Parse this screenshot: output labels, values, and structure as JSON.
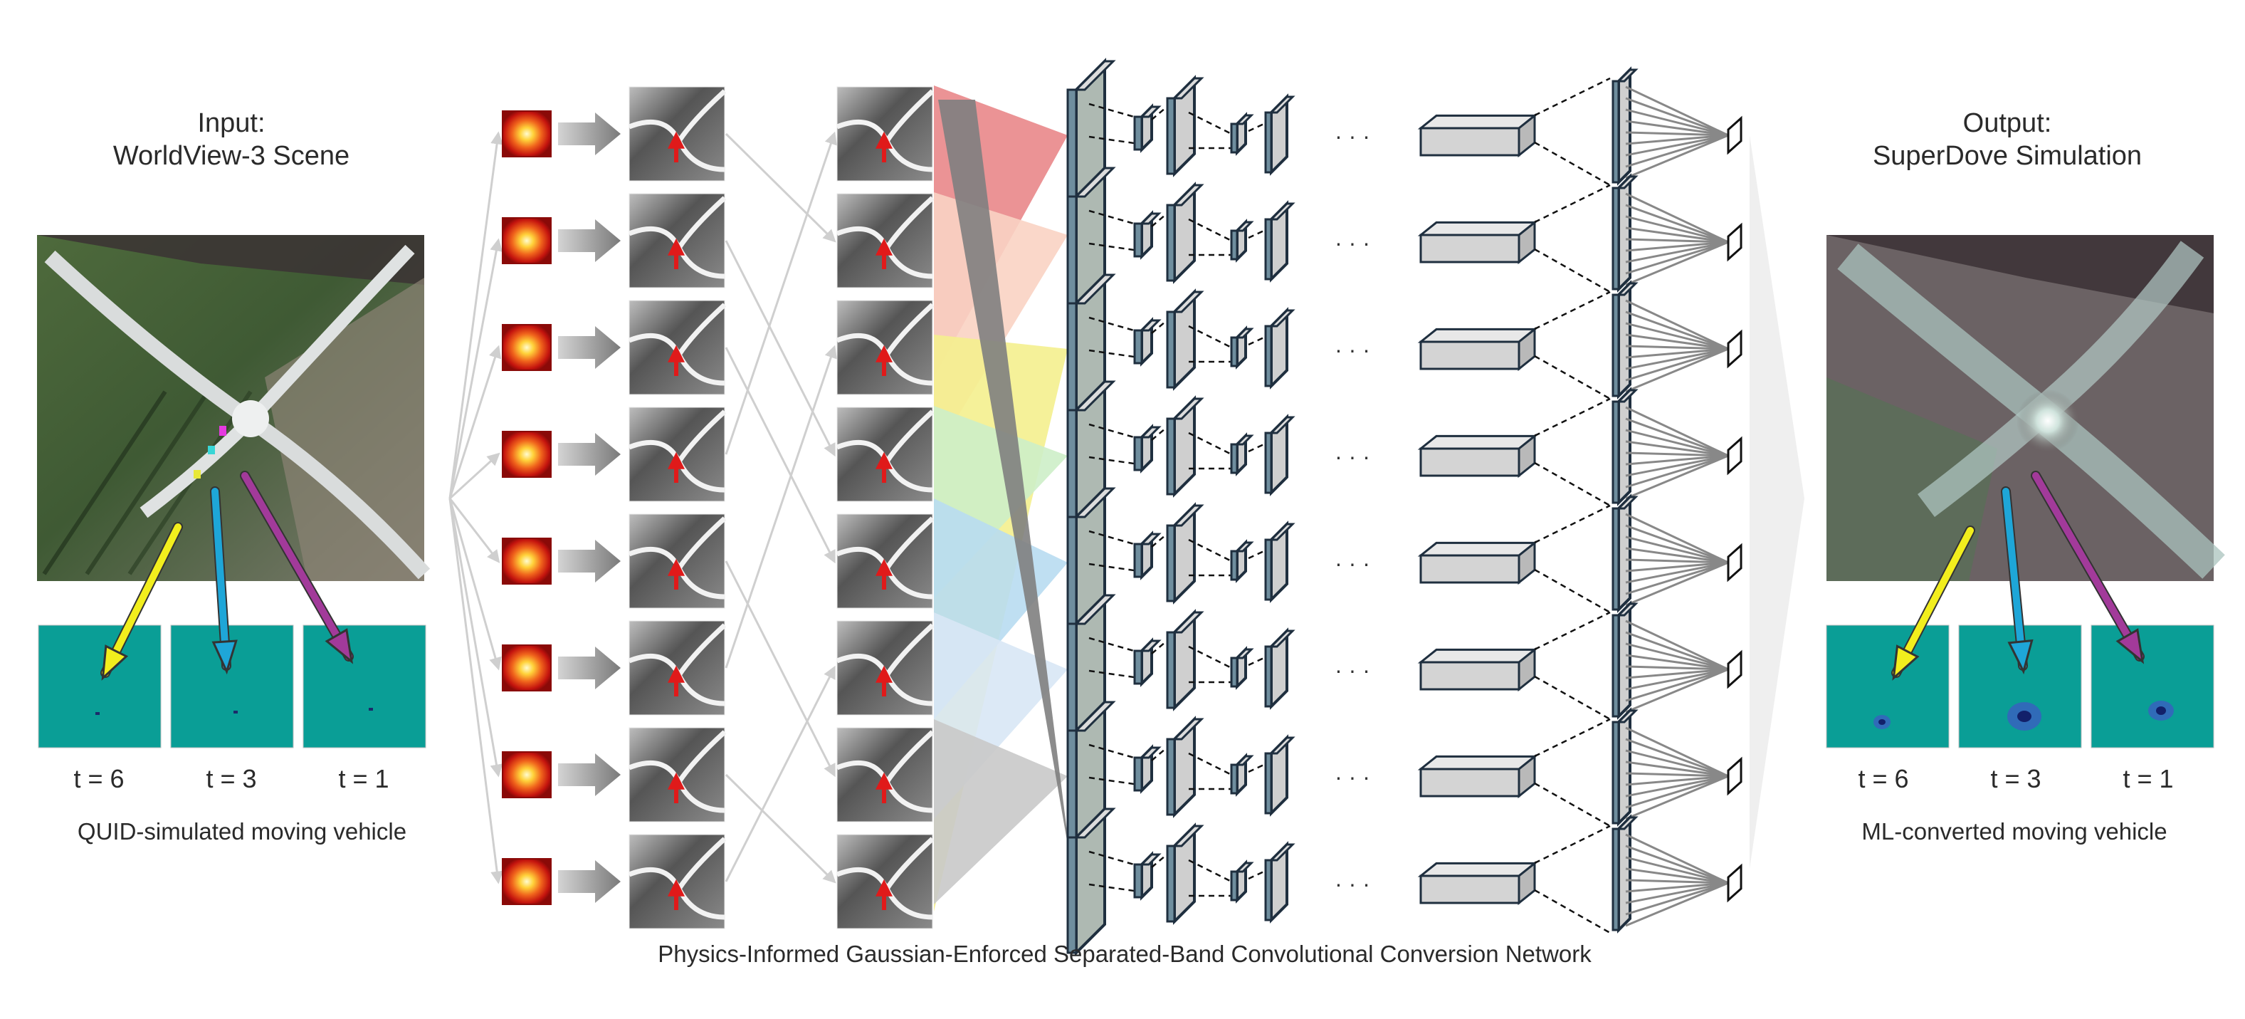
{
  "input": {
    "title_line1": "Input:",
    "title_line2": "WorldView-3 Scene",
    "time_labels": [
      "t = 6",
      "t = 3",
      "t = 1"
    ],
    "caption": "QUID-simulated moving vehicle"
  },
  "output": {
    "title_line1": "Output:",
    "title_line2": "SuperDove Simulation",
    "time_labels": [
      "t = 6",
      "t = 3",
      "t = 1"
    ],
    "caption": "ML-converted moving vehicle"
  },
  "network": {
    "caption": "Physics-Informed Gaussian-Enforced Separated-Band Convolutional Conversion Network",
    "band_count": 8,
    "ellipsis": "· · ·"
  },
  "colors": {
    "arrow_yellow": "#f2ee1d",
    "arrow_cyan": "#1ea6d8",
    "arrow_magenta": "#a23a9a",
    "teal_panel": "#0a9e96",
    "red_marker": "#e01a1a",
    "wedges": [
      "#e9878a",
      "#f9d3c3",
      "#f4ef8e",
      "#cdeec8",
      "#b8dcf1",
      "#d8e7f5",
      "#c9c9c9"
    ],
    "box_fill": "#d4d4d4",
    "box_stroke": "#1f2f3f"
  }
}
